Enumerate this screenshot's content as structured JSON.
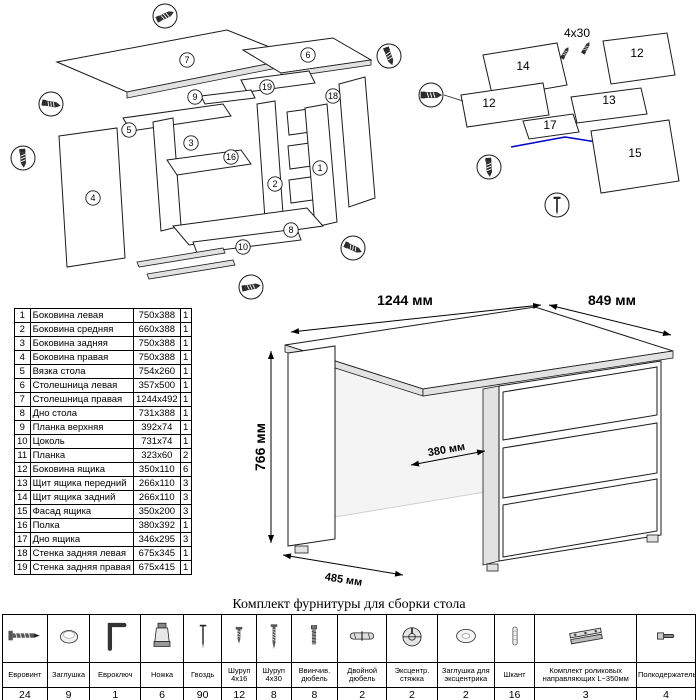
{
  "parts_table": {
    "rows": [
      {
        "num": "1",
        "name": "Боковина левая",
        "size": "750x388",
        "qty": "1"
      },
      {
        "num": "2",
        "name": "Боковина средняя",
        "size": "660x388",
        "qty": "1"
      },
      {
        "num": "3",
        "name": "Боковина задняя",
        "size": "750x388",
        "qty": "1"
      },
      {
        "num": "4",
        "name": "Боковина правая",
        "size": "750x388",
        "qty": "1"
      },
      {
        "num": "5",
        "name": "Вязка стола",
        "size": "754x260",
        "qty": "1"
      },
      {
        "num": "6",
        "name": "Столешница левая",
        "size": "357x500",
        "qty": "1"
      },
      {
        "num": "7",
        "name": "Столешница правая",
        "size": "1244x492",
        "qty": "1"
      },
      {
        "num": "8",
        "name": "Дно стола",
        "size": "731x388",
        "qty": "1"
      },
      {
        "num": "9",
        "name": "Планка верхняя",
        "size": "392x74",
        "qty": "1"
      },
      {
        "num": "10",
        "name": "Цоколь",
        "size": "731x74",
        "qty": "1"
      },
      {
        "num": "11",
        "name": "Планка",
        "size": "323x60",
        "qty": "2"
      },
      {
        "num": "12",
        "name": "Боковина ящика",
        "size": "350x110",
        "qty": "6"
      },
      {
        "num": "13",
        "name": "Щит ящика передний",
        "size": "266x110",
        "qty": "3"
      },
      {
        "num": "14",
        "name": "Щит ящика задний",
        "size": "266x110",
        "qty": "3"
      },
      {
        "num": "15",
        "name": "Фасад ящика",
        "size": "350x200",
        "qty": "3"
      },
      {
        "num": "16",
        "name": "Полка",
        "size": "380x392",
        "qty": "1"
      },
      {
        "num": "17",
        "name": "Дно ящика",
        "size": "346x295",
        "qty": "3"
      },
      {
        "num": "18",
        "name": "Стенка задняя левая",
        "size": "675x345",
        "qty": "1"
      },
      {
        "num": "19",
        "name": "Стенка задняя правая",
        "size": "675x415",
        "qty": "1"
      }
    ]
  },
  "desk_dimensions": {
    "width_top": "1244 мм",
    "depth_right": "849 мм",
    "height_left": "766 мм",
    "inner_depth": "380 мм",
    "left_depth": "485 мм"
  },
  "diagrams": {
    "desk_exploded": {
      "callouts": [
        "7",
        "6",
        "19",
        "18",
        "9",
        "5",
        "3",
        "16",
        "2",
        "1",
        "4",
        "8",
        "10"
      ]
    },
    "drawer_exploded": {
      "labels": [
        "14",
        "12",
        "12",
        "13",
        "17",
        "15"
      ],
      "screw_size_label": "4х30"
    }
  },
  "hardware_kit": {
    "title": "Комплект фурнитуры для сборки стола",
    "items": [
      {
        "name": "Евровинт",
        "qty": "24",
        "icon": "confirmat-screw-icon"
      },
      {
        "name": "Заглушка",
        "qty": "9",
        "icon": "plug-icon"
      },
      {
        "name": "Евроключ",
        "qty": "1",
        "icon": "hex-key-icon"
      },
      {
        "name": "Ножка",
        "qty": "6",
        "icon": "furniture-leg-icon"
      },
      {
        "name": "Гвоздь",
        "qty": "90",
        "icon": "nail-icon"
      },
      {
        "name": "Шуруп 4х16",
        "qty": "12",
        "icon": "screw-short-icon"
      },
      {
        "name": "Шуруп 4х30",
        "qty": "8",
        "icon": "screw-long-icon"
      },
      {
        "name": "Ввинчив. дюбель",
        "qty": "8",
        "icon": "screw-in-dowel-icon"
      },
      {
        "name": "Двойной дюбель",
        "qty": "2",
        "icon": "double-dowel-icon"
      },
      {
        "name": "Эксцентр. стяжка",
        "qty": "2",
        "icon": "cam-lock-icon"
      },
      {
        "name": "Заглушка для эксцентрика",
        "qty": "2",
        "icon": "cam-cap-icon"
      },
      {
        "name": "Шкант",
        "qty": "16",
        "icon": "wooden-dowel-icon"
      },
      {
        "name": "Комплект роликовых направляющих L~350мм",
        "qty": "3",
        "icon": "drawer-slide-icon"
      },
      {
        "name": "Полкодержатель",
        "qty": "4",
        "icon": "shelf-pin-icon"
      }
    ]
  }
}
